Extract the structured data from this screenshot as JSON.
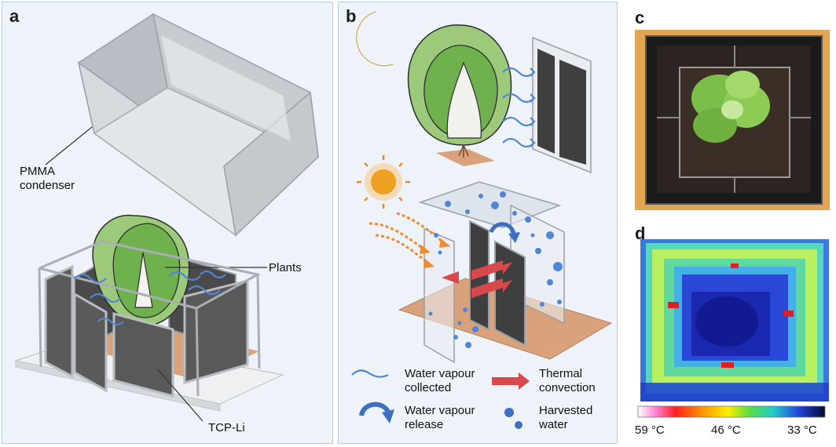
{
  "panel_a": {
    "letter": "a",
    "condenser_label": "PMMA\ncondenser",
    "plants_label": "Plants",
    "tcp_label": "TCP-Li"
  },
  "panel_b": {
    "letter": "b",
    "legend": {
      "collected": "Water vapour\ncollected",
      "convection": "Thermal\nconvection",
      "release": "Water vapour\nrelease",
      "harvested": "Harvested\nwater"
    }
  },
  "panel_c": {
    "letter": "c"
  },
  "panel_d": {
    "letter": "d",
    "colorbar_labels": [
      "59 °C",
      "46 °C",
      "33 °C"
    ]
  },
  "colors": {
    "panel_bg": "#eef3f9",
    "vapour_blue": "#4f86d6",
    "convection_red": "#d9484a",
    "sun_orange": "#f0a020",
    "moon_yellow": "#f3d34a",
    "floor_tan": "#d9a27a"
  }
}
